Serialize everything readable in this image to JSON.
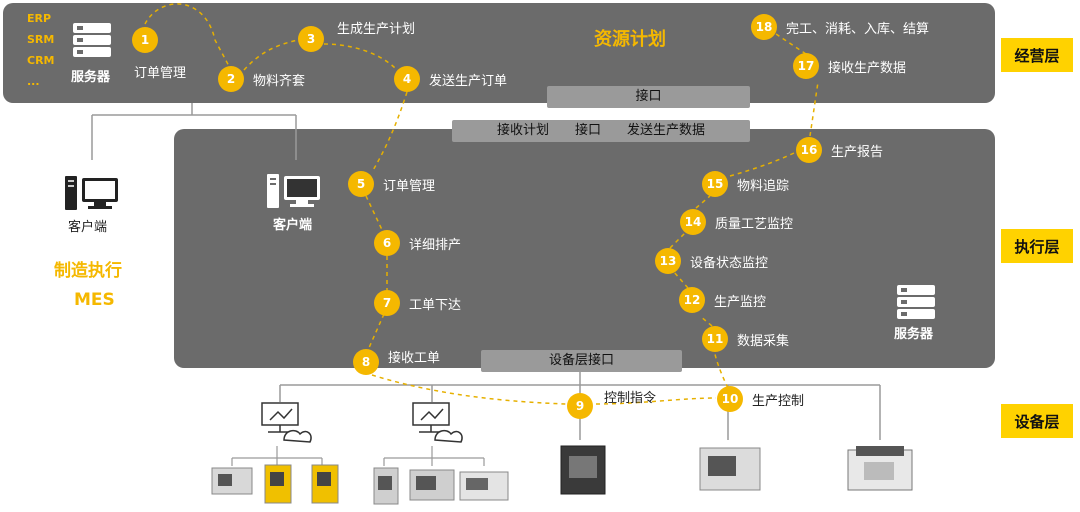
{
  "top": {
    "systems": [
      "ERP",
      "SRM",
      "CRM",
      "..."
    ],
    "server_label": "服务器",
    "title": "资源计划",
    "interface_label": "接口"
  },
  "mid": {
    "interface_label": "接收计划　　接口　　发送生产数据",
    "client_label": "客户端",
    "server_label": "服务器",
    "device_interface_label": "设备层接口"
  },
  "left": {
    "client_label": "客户端",
    "mes_cn": "制造执行",
    "mes_en": "MES"
  },
  "layers": {
    "business": "经营层",
    "execution": "执行层",
    "device": "设备层"
  },
  "steps": [
    {
      "num": "1",
      "label": "订单管理"
    },
    {
      "num": "2",
      "label": "物料齐套"
    },
    {
      "num": "3",
      "label": "生成生产计划"
    },
    {
      "num": "4",
      "label": "发送生产订单"
    },
    {
      "num": "5",
      "label": "订单管理"
    },
    {
      "num": "6",
      "label": "详细排产"
    },
    {
      "num": "7",
      "label": "工单下达"
    },
    {
      "num": "8",
      "label": "接收工单"
    },
    {
      "num": "9",
      "label": "控制指令"
    },
    {
      "num": "10",
      "label": "生产控制"
    },
    {
      "num": "11",
      "label": "数据采集"
    },
    {
      "num": "12",
      "label": "生产监控"
    },
    {
      "num": "13",
      "label": "设备状态监控"
    },
    {
      "num": "14",
      "label": "质量工艺监控"
    },
    {
      "num": "15",
      "label": "物料追踪"
    },
    {
      "num": "16",
      "label": "生产报告"
    },
    {
      "num": "17",
      "label": "接收生产数据"
    },
    {
      "num": "18",
      "label": "完工、消耗、入库、结算"
    }
  ],
  "colors": {
    "band": "#6b6b6b",
    "accent": "#f5b800",
    "layer_tag": "#ffd200",
    "bar": "#9a9a9a"
  }
}
